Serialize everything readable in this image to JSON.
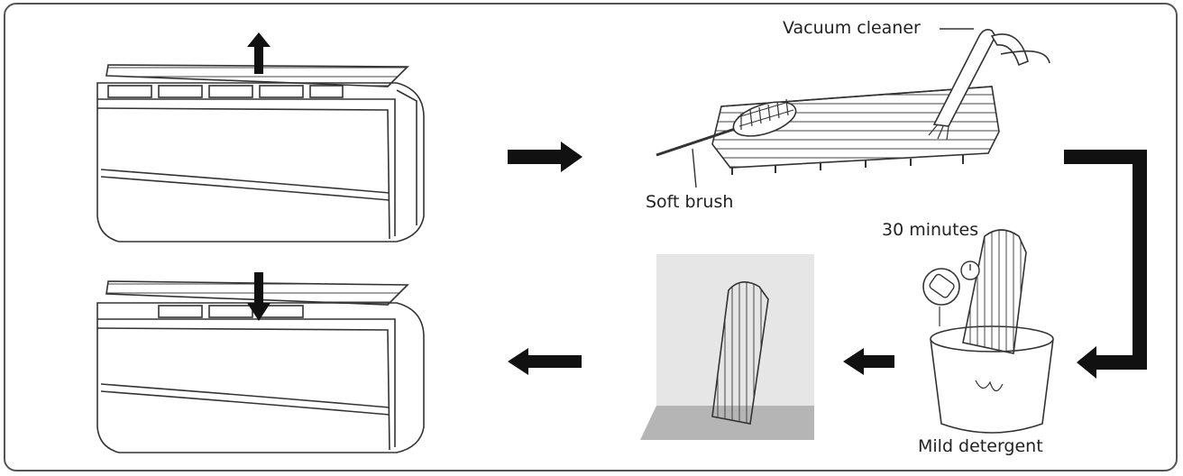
{
  "labels": {
    "vacuum_cleaner": "Vacuum cleaner",
    "soft_brush": "Soft brush",
    "minutes_30": "30 minutes",
    "mild_detergent": "Mild detergent"
  },
  "colors": {
    "stroke": "#333333",
    "arrow": "#111111",
    "frame": "#555555",
    "drying_bg": "#e6e6e6",
    "drying_floor": "#b5b5b5"
  },
  "icons": [
    "ac-unit",
    "filter",
    "vacuum",
    "brush",
    "bucket",
    "timer",
    "arrow"
  ]
}
